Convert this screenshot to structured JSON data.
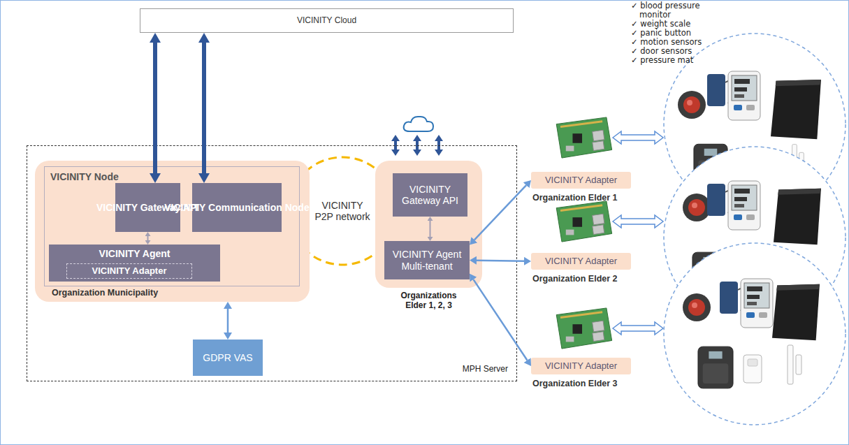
{
  "diagram": {
    "nodes": [
      {
        "text": [
          "VICINITY Cloud"
        ]
      },
      {
        "text": [
          "MPH Server"
        ]
      },
      {
        "text": [
          "Organization Municipality"
        ],
        "in": 1
      },
      {
        "text": [
          "VICINITY Node"
        ],
        "in": 2
      },
      {
        "text": [
          "VICINITY Gateway API"
        ],
        "in": 3
      },
      {
        "text": [
          "VICINITY Communication Node"
        ],
        "in": 3
      },
      {
        "text": [
          "VICINITY Agent"
        ],
        "in": 3
      },
      {
        "text": [
          "VICINITY Adapter"
        ],
        "in": 6
      },
      {
        "text": [
          "VICINITY P2P network"
        ],
        "in": 1
      },
      {
        "text": [
          "Organizations Elder 1, 2, 3"
        ],
        "in": 1
      },
      {
        "text": [
          "VICINITY Gateway API"
        ],
        "in": 9
      },
      {
        "text": [
          "VICINITY Agent Multi-tenant"
        ],
        "in": 9
      },
      {
        "text": [
          "GDPR VAS"
        ],
        "in": 1
      },
      {
        "text": [
          "VICINITY Adapter"
        ]
      },
      {
        "text": [
          "VICINITY Adapter"
        ]
      },
      {
        "text": [
          "VICINITY Adapter"
        ]
      }
    ],
    "edges": [
      {
        "from": 4,
        "to": 0,
        "arrow": "both"
      },
      {
        "from": 5,
        "to": 0,
        "arrow": "both"
      },
      {
        "from": 4,
        "to": 5,
        "arrow": "both"
      },
      {
        "from": 4,
        "to": 6,
        "arrow": "both"
      },
      {
        "from": 10,
        "to": 11,
        "arrow": "both"
      },
      {
        "from": 2,
        "to": 12,
        "arrow": "both"
      },
      {
        "from": 11,
        "to": 13,
        "arrow": "both"
      },
      {
        "from": 11,
        "to": 14,
        "arrow": "both"
      },
      {
        "from": 11,
        "to": 15,
        "arrow": "both"
      }
    ],
    "labels": [
      "✓ blood pressure monitor",
      "✓ weight scale",
      "✓ panic button",
      "✓ motion sensors",
      "✓ door sensors",
      "✓ pressure mat",
      "Organization Elder 1",
      "Organization Elder 2",
      "Organization Elder 3"
    ]
  }
}
